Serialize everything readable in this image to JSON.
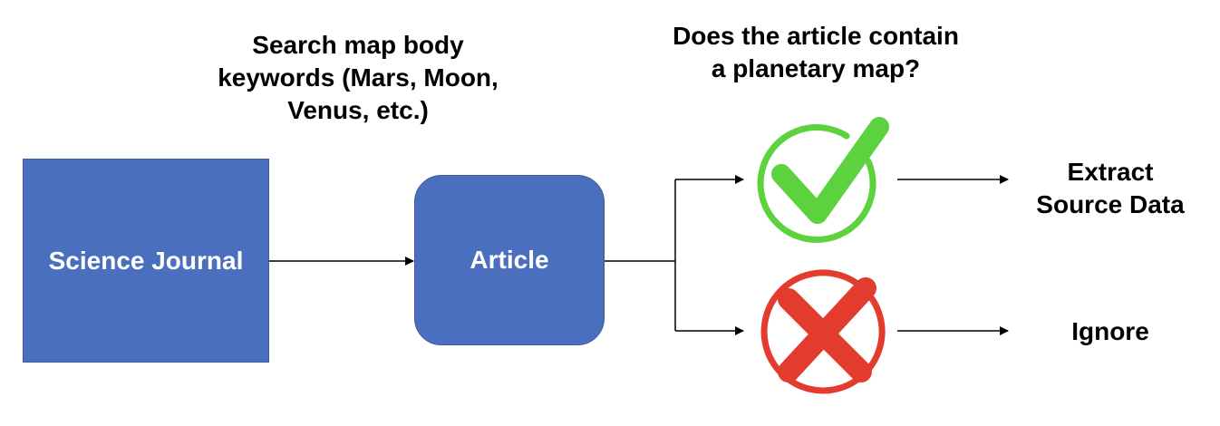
{
  "annotations": {
    "search_lines": [
      "Search map body",
      "keywords (Mars, Moon,",
      "Venus, etc.)"
    ],
    "question_lines": [
      "Does the article contain",
      "a planetary map?"
    ]
  },
  "nodes": {
    "journal": "Science Journal",
    "article": "Article",
    "yes_outcome_lines": [
      "Extract",
      "Source Data"
    ],
    "no_outcome": "Ignore"
  },
  "icons": {
    "yes": "check-circle-icon",
    "no": "x-circle-icon"
  },
  "colors": {
    "box_fill": "#4a6fbf",
    "check_green": "#5cd33e",
    "cross_red": "#e33b2e"
  }
}
